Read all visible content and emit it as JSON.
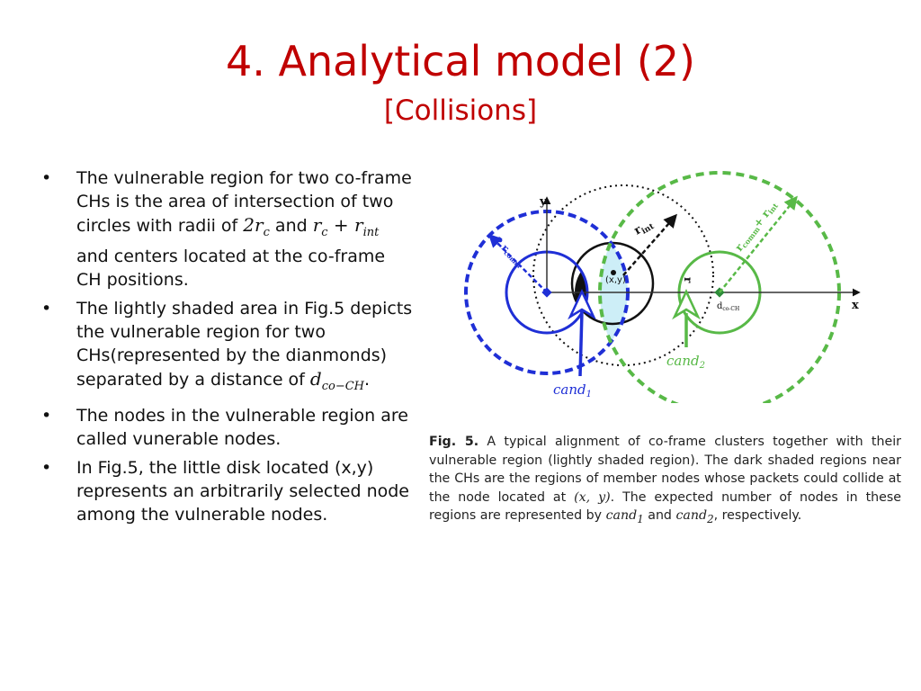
{
  "slide": {
    "title": "4. Analytical model (2)",
    "subtitle": "[Collisions]"
  },
  "bullets": {
    "b1_text_a": "The vulnerable region for two co-frame CHs is the area of intersection of two circles with radii of",
    "b1_math_1": "2r",
    "b1_math_1_sub": "c",
    "b1_and": "and",
    "b1_math_2": "r",
    "b1_math_2_sub": "c",
    "b1_math_2_plus": "+ r",
    "b1_math_2_sub2": "int",
    "b1_text_b": "and centers located at the co-frame CH positions.",
    "b2_text": "The lightly shaded area in Fig.5 depicts the vulnerable region for two CHs(represented by the dianmonds) separated by a distance of",
    "b2_math": "d",
    "b2_math_sub": "co−CH",
    "b2_end": ".",
    "b3_text": "The nodes in the vulnerable region are called vunerable nodes.",
    "b4_text": "In Fig.5, the little disk located (x,y) represents an arbitrarily selected node among the vulnerable nodes."
  },
  "figure": {
    "axis_x": "x",
    "axis_y": "y",
    "node_label": "(x,y)",
    "label_2rcomm_a": "2 r",
    "label_2rcomm_b": "comm",
    "label_rint_a": "r",
    "label_rint_b": "int",
    "label_rcomm_rint_a": "r",
    "label_rcomm_rint_b": "comm",
    "label_rcomm_rint_c": "+ r",
    "label_rcomm_rint_d": "int",
    "label_d_a": "d",
    "label_d_b": "co-CH",
    "label_cand1_a": "cand",
    "label_cand1_b": "1",
    "label_cand2_a": "cand",
    "label_cand2_b": "2",
    "colors": {
      "blue": "#1f2fd6",
      "green": "#58b947",
      "black": "#111111",
      "light_cyan": "#cdeef7"
    }
  },
  "caption": {
    "label": "Fig. 5.",
    "text_a": "A typical alignment of co-frame clusters together with their vulnerable region (lightly shaded region). The dark shaded regions near the CHs are the regions of member nodes whose packets could collide at the node located at",
    "math_xy": "(x, y)",
    "text_b": ". The expected number of nodes in these regions are represented by",
    "math_cand1": "cand",
    "math_cand1_sub": "1",
    "text_and": "and",
    "math_cand2": "cand",
    "math_cand2_sub": "2",
    "text_c": ", respectively."
  }
}
